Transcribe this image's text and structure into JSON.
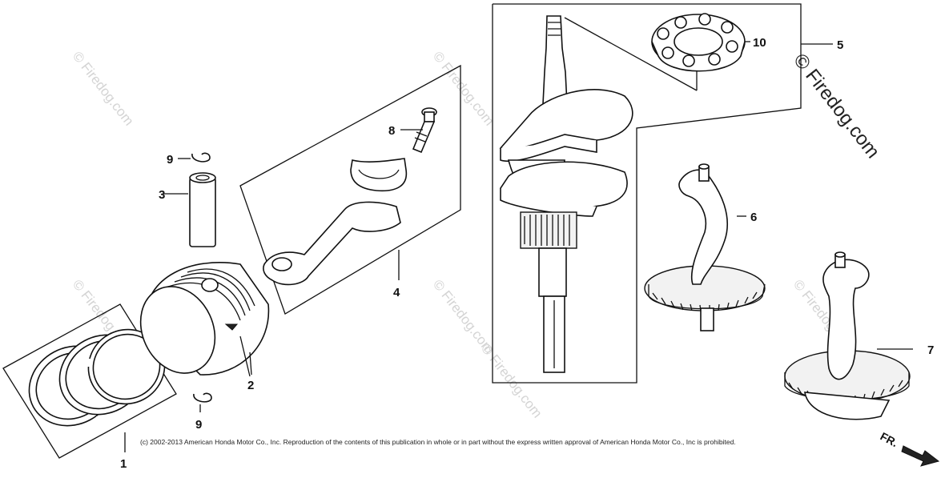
{
  "diagram": {
    "callouts": [
      "1",
      "2",
      "3",
      "4",
      "5",
      "6",
      "7",
      "8",
      "9",
      "9",
      "10"
    ],
    "watermarks": [
      "© Firedog.com",
      "© Firedog.com",
      "© Firedog.com",
      "© Firedog.com",
      "© Firedog.com",
      "© Firedog.com",
      "© Firedog.com"
    ],
    "direction_label": "FR.",
    "copyright": "(c) 2002-2013 American Honda Motor Co., Inc. Reproduction of the contents of this publication in whole or in part without the express written approval of American Honda Motor Co., Inc is prohibited."
  }
}
